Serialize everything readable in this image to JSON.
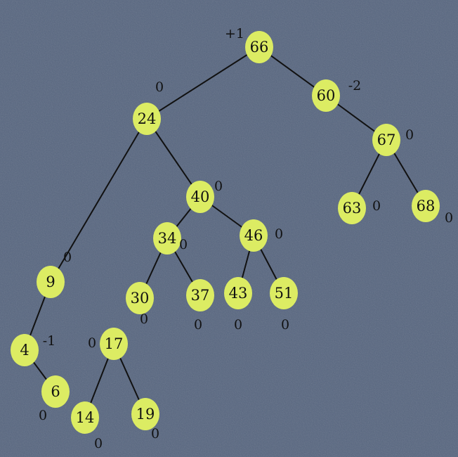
{
  "tree": {
    "node_color": "#dcec63",
    "edge_color": "#111111",
    "background_color": "#56657f",
    "nodes": [
      {
        "id": "n66",
        "value": "66",
        "balance": "+1"
      },
      {
        "id": "n24",
        "value": "24",
        "balance": "0"
      },
      {
        "id": "n60",
        "value": "60",
        "balance": "-2"
      },
      {
        "id": "n67",
        "value": "67",
        "balance": "0"
      },
      {
        "id": "n63",
        "value": "63",
        "balance": "0"
      },
      {
        "id": "n68",
        "value": "68",
        "balance": "0"
      },
      {
        "id": "n40",
        "value": "40",
        "balance": "0"
      },
      {
        "id": "n34",
        "value": "34",
        "balance": "0"
      },
      {
        "id": "n46",
        "value": "46",
        "balance": "0"
      },
      {
        "id": "n9",
        "value": "9",
        "balance": "0"
      },
      {
        "id": "n30",
        "value": "30",
        "balance": "0"
      },
      {
        "id": "n37",
        "value": "37",
        "balance": "0"
      },
      {
        "id": "n43",
        "value": "43",
        "balance": "0"
      },
      {
        "id": "n51",
        "value": "51",
        "balance": "0"
      },
      {
        "id": "n4",
        "value": "4",
        "balance": "-1"
      },
      {
        "id": "n17",
        "value": "17",
        "balance": "0"
      },
      {
        "id": "n6",
        "value": "6",
        "balance": "0"
      },
      {
        "id": "n14",
        "value": "14",
        "balance": "0"
      },
      {
        "id": "n19",
        "value": "19",
        "balance": "0"
      }
    ],
    "edges": [
      [
        "n66",
        "n24"
      ],
      [
        "n66",
        "n60"
      ],
      [
        "n60",
        "n67"
      ],
      [
        "n67",
        "n63"
      ],
      [
        "n67",
        "n68"
      ],
      [
        "n24",
        "n9"
      ],
      [
        "n24",
        "n40"
      ],
      [
        "n40",
        "n34"
      ],
      [
        "n40",
        "n46"
      ],
      [
        "n34",
        "n30"
      ],
      [
        "n34",
        "n37"
      ],
      [
        "n46",
        "n43"
      ],
      [
        "n46",
        "n51"
      ],
      [
        "n9",
        "n4"
      ],
      [
        "n4",
        "n6"
      ],
      [
        "n17",
        "n14"
      ],
      [
        "n17",
        "n19"
      ]
    ]
  }
}
